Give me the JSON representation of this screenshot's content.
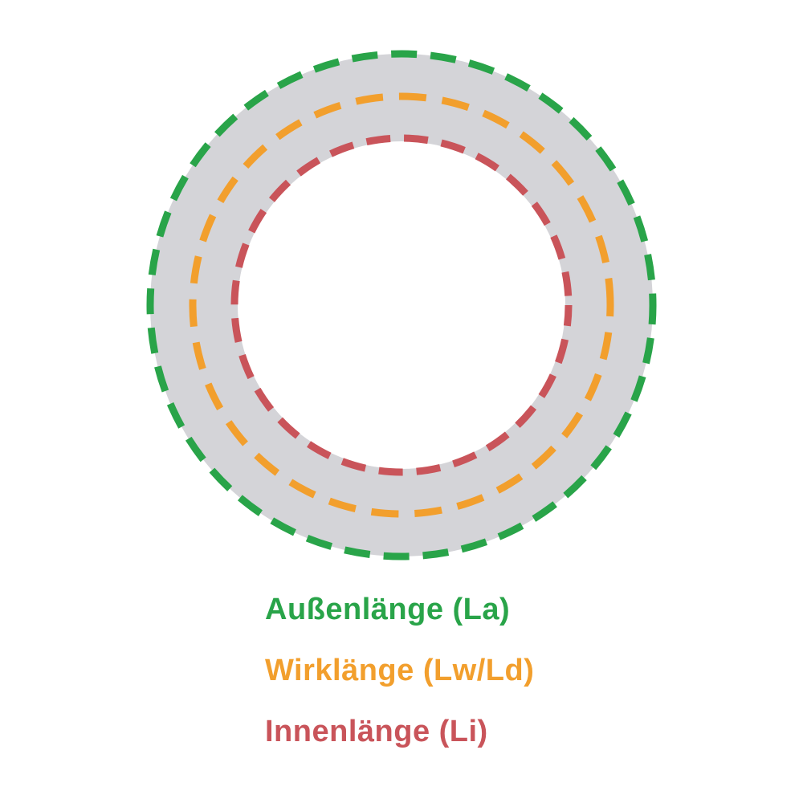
{
  "page": {
    "background_color": "#ffffff"
  },
  "diagram": {
    "belt_ring_color": "#d4d4d8",
    "circles": {
      "outer": {
        "label": "Außenlänge (La)",
        "abbreviation": "La",
        "color": "#29a449"
      },
      "effective": {
        "label": "Wirklänge (Lw/Ld)",
        "abbreviation": "Lw/Ld",
        "color": "#f29f2d"
      },
      "inner": {
        "label": "Innenlänge (Li)",
        "abbreviation": "Li",
        "color": "#c9545a"
      }
    }
  }
}
